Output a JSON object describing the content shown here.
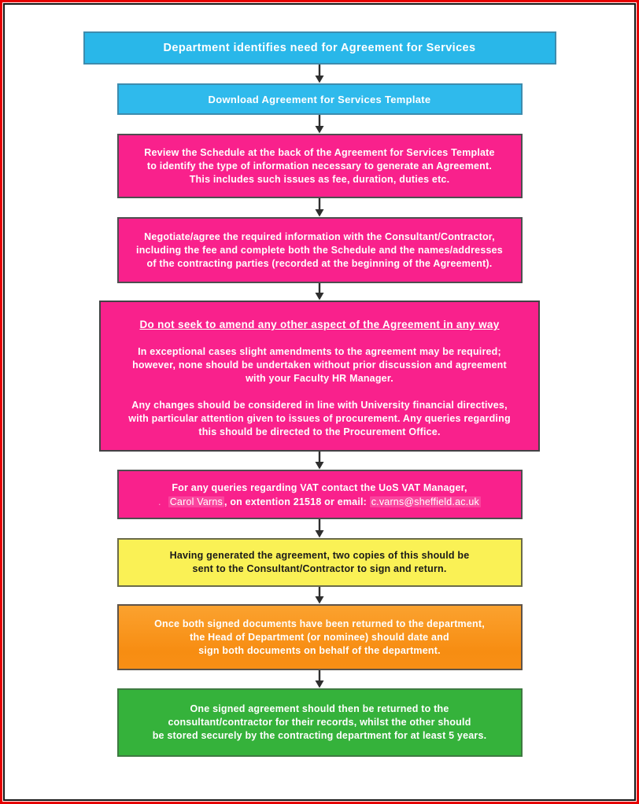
{
  "document": {
    "kind": "flowchart",
    "frame_colors": {
      "outer": "#e50000",
      "inner": "#141414",
      "background": "#ffffff"
    },
    "arrow_color": "#2e2e2e",
    "box_colors": {
      "blue": "#2fbaec",
      "pink": "#f9218c",
      "yellow": "#faf155",
      "orange": "#f78d12",
      "green": "#35b23b"
    }
  },
  "flowchart": {
    "steps": {
      "s1": {
        "text": "Department identifies need for Agreement for Services"
      },
      "s2": {
        "text": "Download Agreement for Services Template"
      },
      "s3": {
        "lines": [
          "Review the Schedule at the back of the Agreement for Services Template",
          "to identify the type of information necessary to generate an Agreement.",
          "This includes such issues as fee, duration, duties etc."
        ]
      },
      "s4": {
        "lines": [
          "Negotiate/agree the required information with the Consultant/Contractor,",
          "including the fee and complete both the Schedule and the names/addresses",
          "of the contracting parties (recorded at the beginning of the Agreement)."
        ]
      },
      "s5": {
        "heading": "Do not seek to amend any other aspect of the Agreement in any way",
        "para1_lines": [
          "In exceptional cases slight amendments to the agreement may be required;",
          "however, none should be undertaken without prior discussion and agreement",
          "with your Faculty HR Manager."
        ],
        "para2_lines": [
          "Any changes should be considered in line with University financial directives,",
          "with particular attention given to issues of procurement. Any queries regarding",
          "this should be directed to the Procurement Office."
        ]
      },
      "s6": {
        "line1": "For any queries regarding VAT contact the UoS VAT Manager,",
        "line2": {
          "dot": ".",
          "name": "Carol Varns",
          "mid": ", on extention 21518 or email: ",
          "email": "c.varns@sheffield.ac.uk"
        }
      },
      "s7": {
        "lines": [
          "Having generated the agreement, two copies of this should be",
          "sent to the Consultant/Contractor to sign and return."
        ]
      },
      "s8": {
        "lines": [
          "Once both signed documents have been returned to the department,",
          "the Head of Department (or nominee) should date and",
          "sign both documents on behalf of the department."
        ]
      },
      "s9": {
        "lines": [
          "One signed agreement should then be returned to the",
          "consultant/contractor for their records, whilst the other should",
          "be stored securely by the contracting department for at least 5 years."
        ]
      }
    }
  }
}
